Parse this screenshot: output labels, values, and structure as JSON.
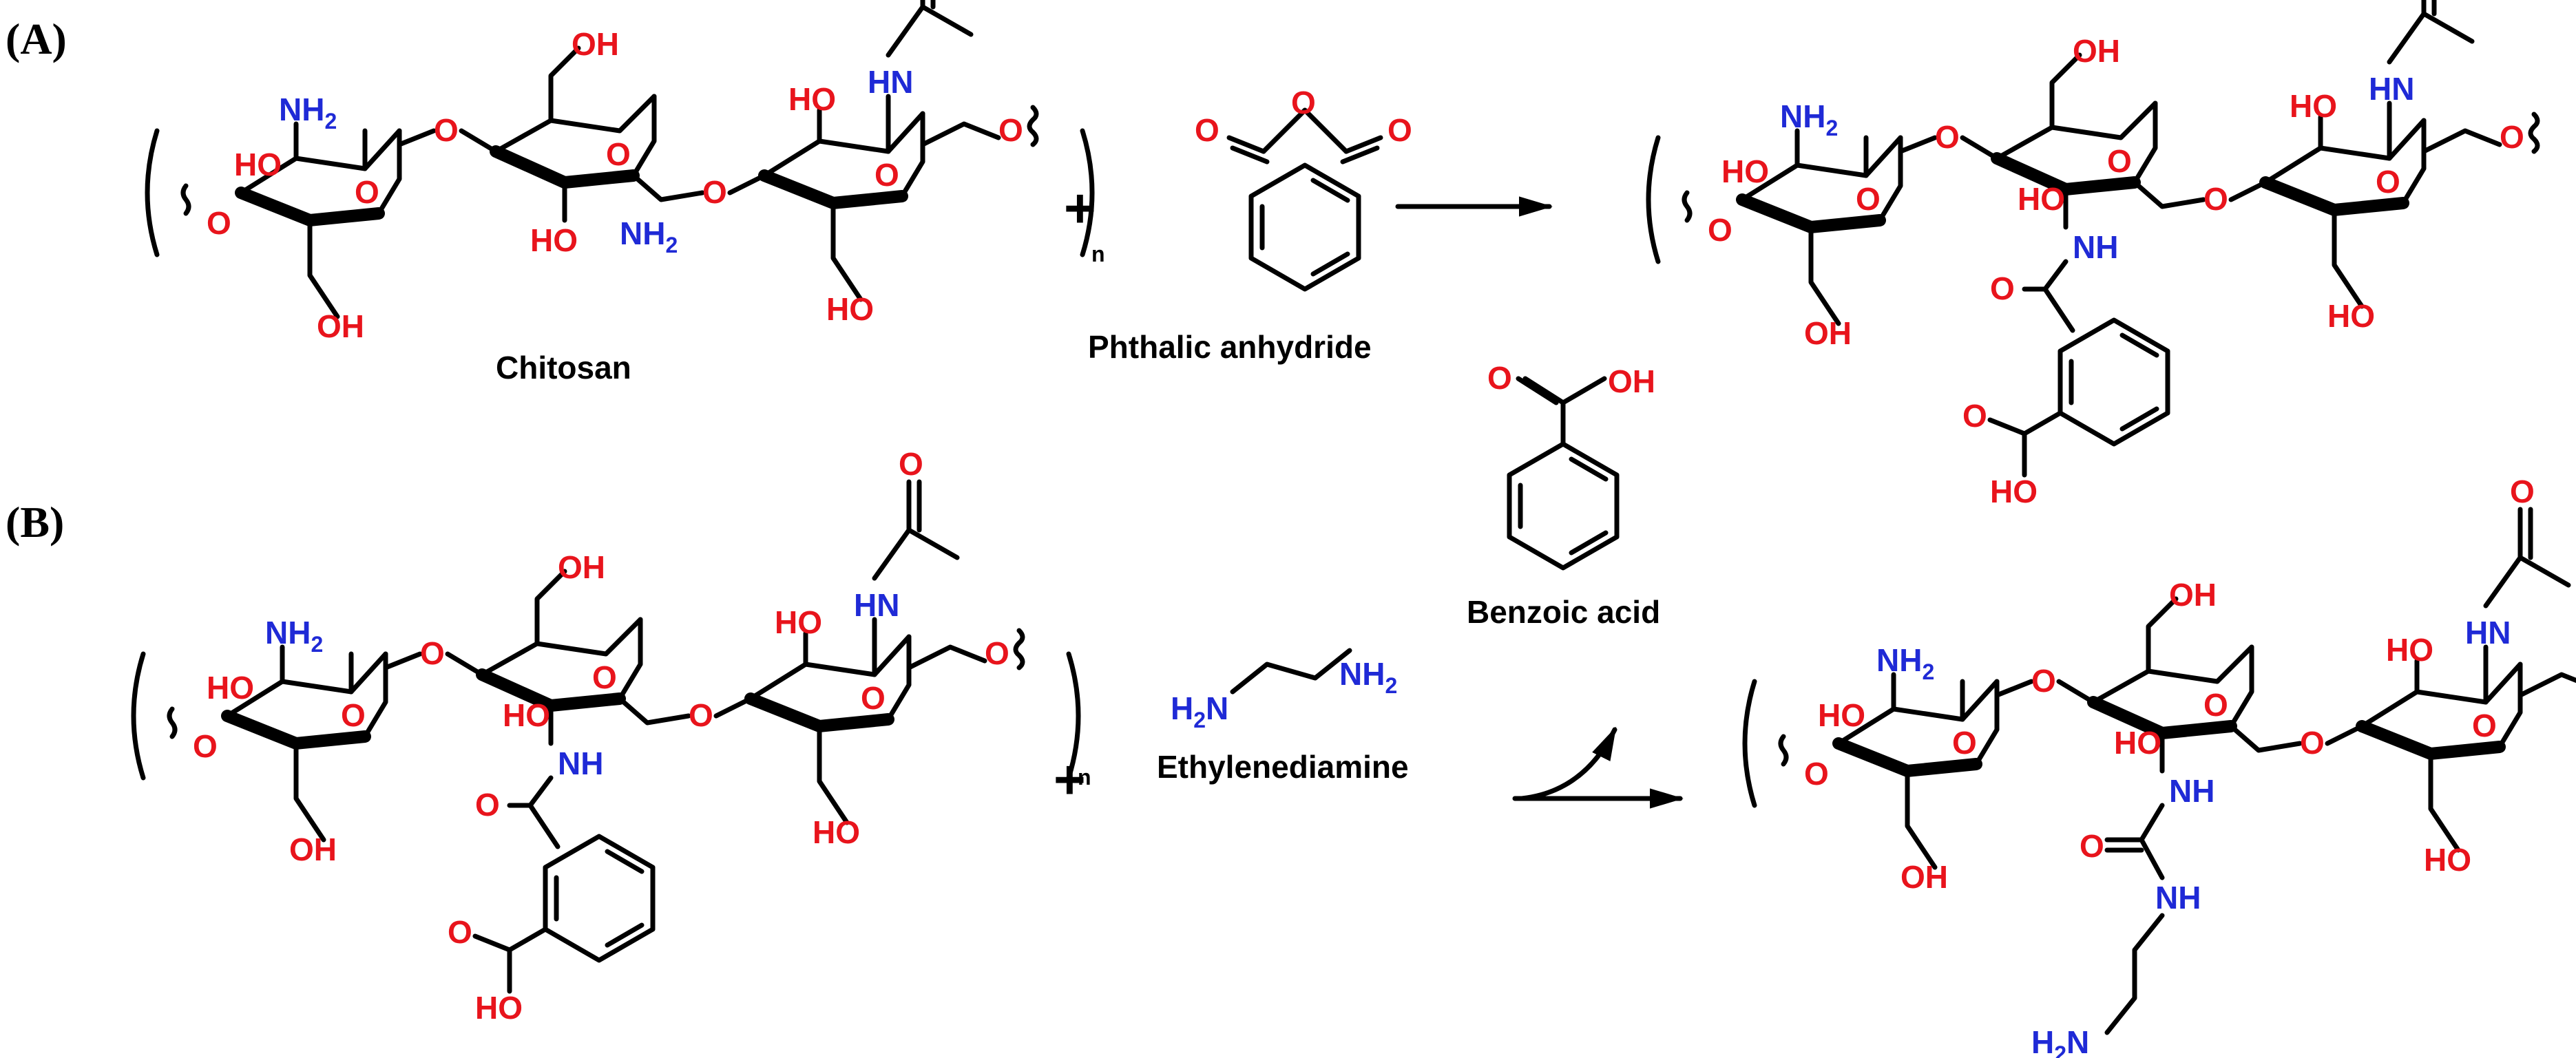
{
  "panels": {
    "a": "(A)",
    "b": "(B)"
  },
  "compounds": {
    "chitosan": "Chitosan",
    "phthalic_anhydride": "Phthalic anhydride",
    "benzoic_acid": "Benzoic acid",
    "ethylenediamine": "Ethylenediamine"
  },
  "atoms": {
    "oh": "OH",
    "ho": "HO",
    "nh2": "NH",
    "h2n": "H",
    "nh": "NH",
    "o": "O",
    "two": "2",
    "n_sub": "n",
    "plus": "+"
  },
  "colors": {
    "oxygen": "#e8141c",
    "nitrogen": "#1f2ad6",
    "bond": "#000000"
  }
}
